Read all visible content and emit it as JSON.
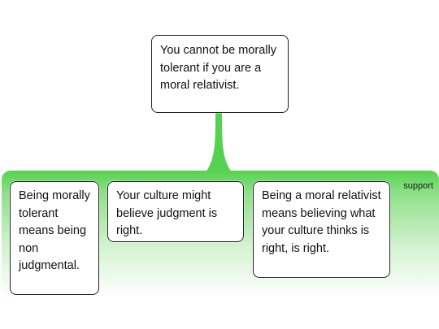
{
  "diagram": {
    "claim": {
      "text": "You cannot be morally tolerant if you are a moral relativist."
    },
    "support_group": {
      "label": "support",
      "color": "#55d24f",
      "reasons": [
        {
          "text": "Being morally tolerant means being non judgmental."
        },
        {
          "text": "Your culture might believe judgment is right."
        },
        {
          "text": "Being a moral relativist means believing what your culture thinks is right, is right."
        }
      ]
    }
  }
}
